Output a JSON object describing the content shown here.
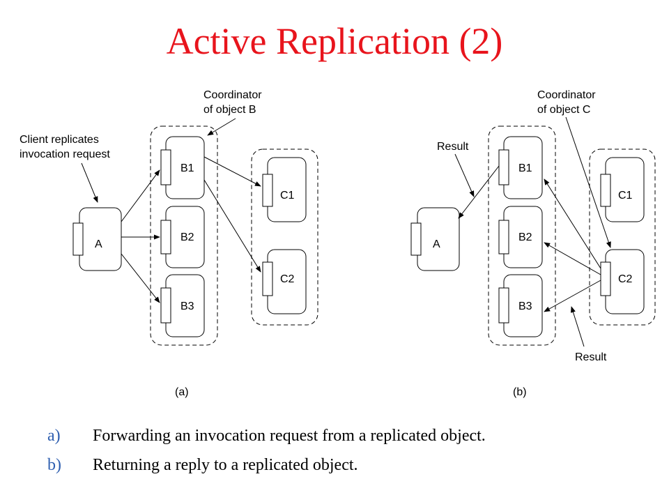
{
  "title": "Active Replication (2)",
  "figure_a": {
    "annotation_client": [
      "Client replicates",
      "invocation request"
    ],
    "annotation_coordinator": [
      "Coordinator",
      "of object B"
    ],
    "objects": [
      "A",
      "B1",
      "B2",
      "B3",
      "C1",
      "C2"
    ],
    "caption": "(a)"
  },
  "figure_b": {
    "annotation_result_top": "Result",
    "annotation_coordinator": [
      "Coordinator",
      "of object C"
    ],
    "annotation_result_bottom": "Result",
    "objects": [
      "A",
      "B1",
      "B2",
      "B3",
      "C1",
      "C2"
    ],
    "caption": "(b)"
  },
  "bullets": [
    {
      "marker": "a)",
      "text": "Forwarding an invocation request from a replicated object."
    },
    {
      "marker": "b)",
      "text": "Returning a reply to a replicated object."
    }
  ]
}
